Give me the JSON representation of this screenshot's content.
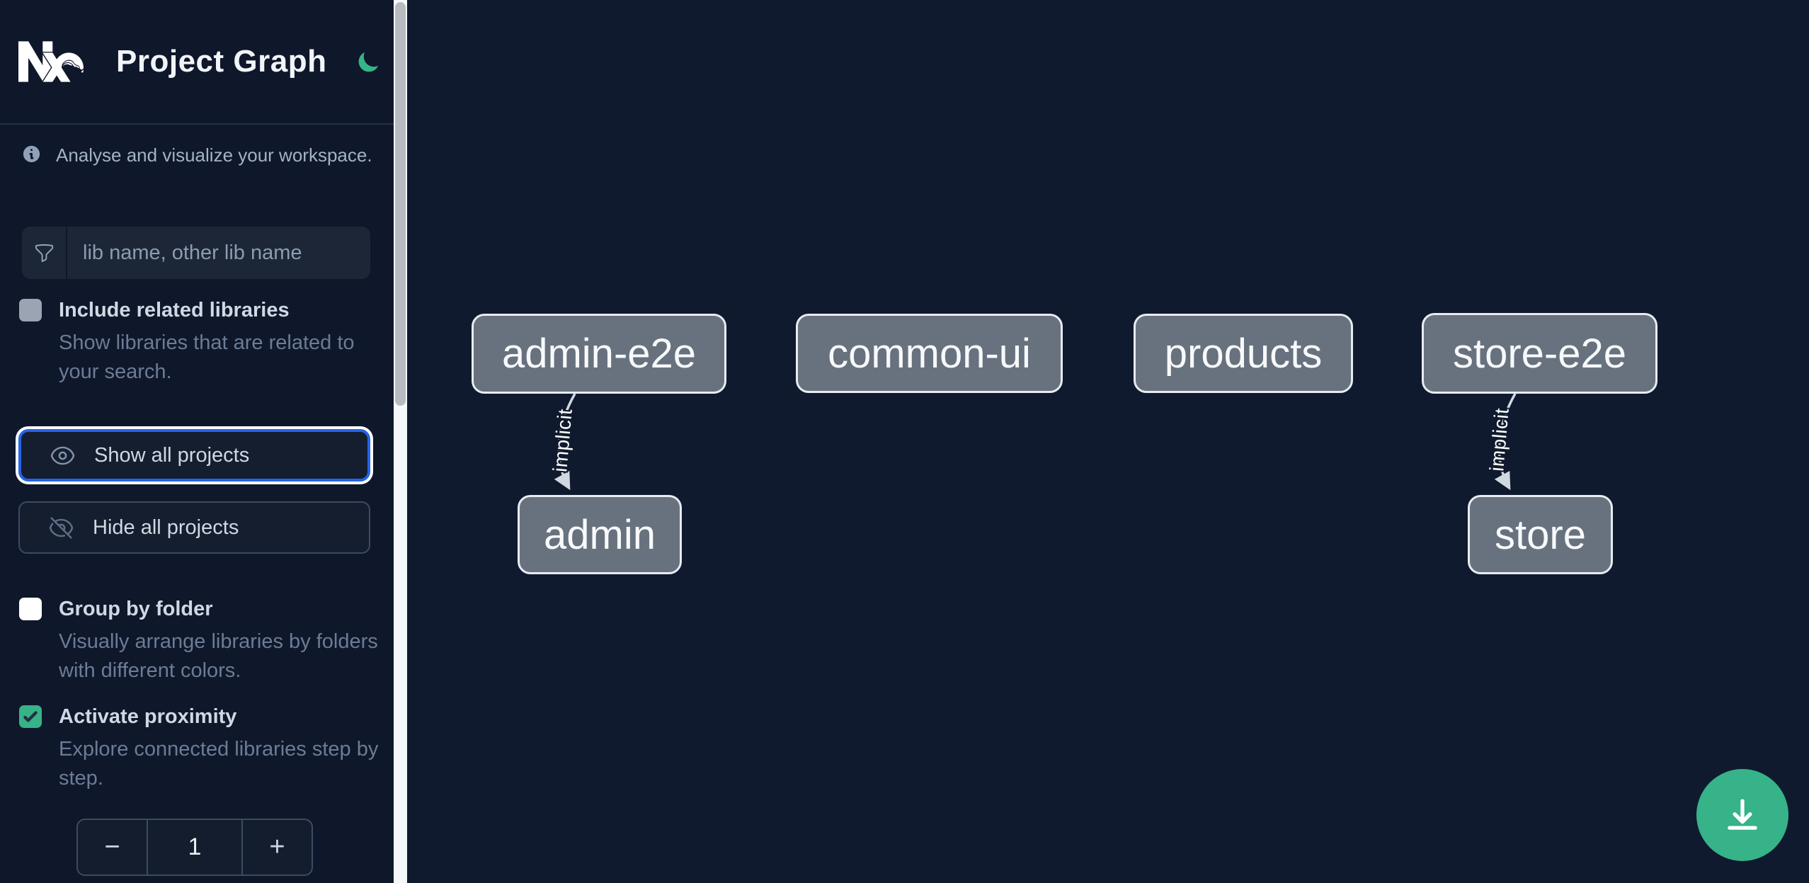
{
  "header": {
    "title": "Project Graph",
    "logo_icon": "nx-logo",
    "theme_icon": "moon"
  },
  "sidebar": {
    "tagline": "Analyse and visualize your workspace.",
    "search": {
      "placeholder": "lib name, other lib name",
      "value": ""
    },
    "actions": {
      "show_all": "Show all projects",
      "hide_all": "Hide all projects"
    },
    "options": [
      {
        "label": "Include related libraries",
        "description": "Show libraries that are related to your search.",
        "checked": false
      },
      {
        "label": "Group by folder",
        "description": "Visually arrange libraries by folders with different colors.",
        "checked": false
      },
      {
        "label": "Activate proximity",
        "description": "Explore connected libraries step by step.",
        "checked": true
      }
    ],
    "proximity_stepper": {
      "decrement": "−",
      "value": "1",
      "increment": "+"
    }
  },
  "graph": {
    "type": "project-graph",
    "nodes": [
      {
        "id": "admin-e2e",
        "label": "admin-e2e"
      },
      {
        "id": "common-ui",
        "label": "common-ui"
      },
      {
        "id": "products",
        "label": "products"
      },
      {
        "id": "store-e2e",
        "label": "store-e2e"
      },
      {
        "id": "admin",
        "label": "admin"
      },
      {
        "id": "store",
        "label": "store"
      }
    ],
    "edges": [
      {
        "source": "admin-e2e",
        "target": "admin",
        "label": "implicit"
      },
      {
        "source": "store-e2e",
        "target": "store",
        "label": "implicit"
      }
    ]
  },
  "fab": {
    "icon": "download"
  },
  "colors": {
    "accent_green": "#36b388",
    "focus_blue": "#2563eb",
    "node_fill": "#68727f",
    "node_border": "#e8ecf2",
    "sidebar_bg": "#0f172a",
    "canvas_bg": "#101a2e"
  }
}
